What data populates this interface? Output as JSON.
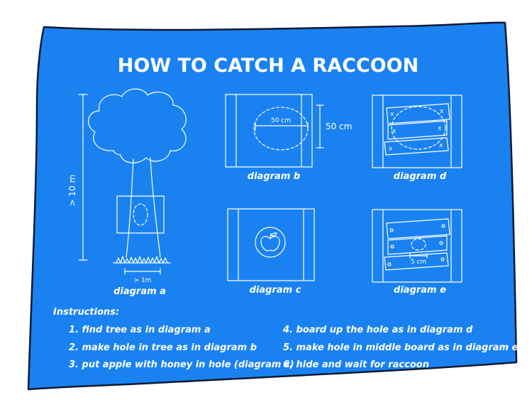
{
  "title": "HOW TO CATCH A RACCOON",
  "colors": {
    "background": "#1a82f0",
    "ink": "#ffffff",
    "border": "#0c1a33"
  },
  "diagram_a": {
    "caption": "diagram a",
    "height_label": "> 10 m",
    "width_label": "> 1m"
  },
  "diagram_b": {
    "caption": "diagram b",
    "hole_label": "50 cm",
    "side_label": "50 cm"
  },
  "diagram_c": {
    "caption": "diagram c",
    "icon": "apple-icon"
  },
  "diagram_d": {
    "caption": "diagram d"
  },
  "diagram_e": {
    "caption": "diagram e",
    "hole_label": "5 cm"
  },
  "instructions": {
    "heading": "Instructions:",
    "steps": [
      "1. find tree as in diagram a",
      "2. make hole in tree as in diagram b",
      "3. put apple with honey in hole (diagram c)",
      "4. board up the hole as in diagram d",
      "5. make hole in middle board as in diagram e",
      "6. hide and wait for raccoon"
    ]
  }
}
